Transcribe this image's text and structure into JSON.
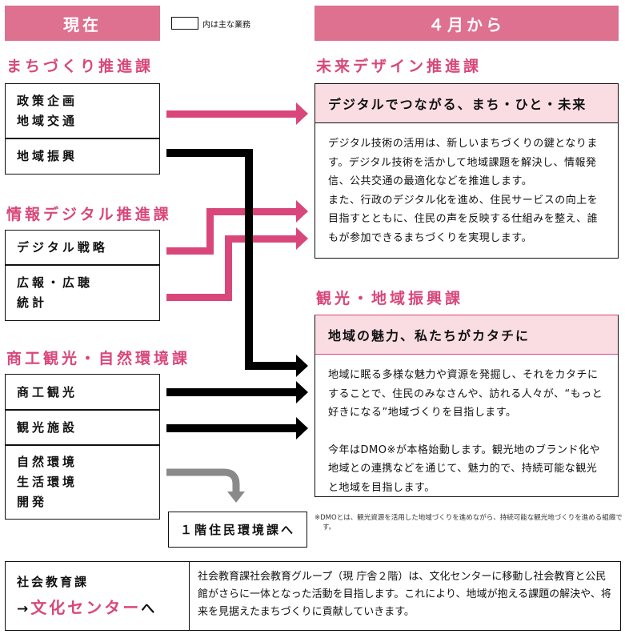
{
  "header_current": "現在",
  "legend": "内は主な業務",
  "header_future": "４月から",
  "left": {
    "dept1": {
      "title": "まちづくり推進課",
      "items": [
        [
          "政策企画",
          "地域交通"
        ],
        [
          "地域振興"
        ]
      ]
    },
    "dept2": {
      "title": "情報デジタル推進課",
      "items": [
        [
          "デジタル戦略"
        ],
        [
          "広報・広聴",
          "統計"
        ]
      ]
    },
    "dept3": {
      "title": "商工観光・自然環境課",
      "items": [
        [
          "商工観光"
        ],
        [
          "観光施設"
        ],
        [
          "自然環境",
          "生活環境",
          "開発"
        ]
      ]
    },
    "moved_to": "１階住民環境課へ"
  },
  "right": {
    "dept1": {
      "title": "未来デザイン推進課",
      "slogan": "デジタルでつながる、まち・ひと・未来",
      "body": [
        "デジタル技術の活用は、新しいまちづくりの鍵となります。デジタル技術を活かして地域課題を解決し、情報発信、公共交通の最適化などを推進します。",
        "また、行政のデジタル化を進め、住民サービスの向上を目指すとともに、住民の声を反映する仕組みを整え、誰もが参加できるまちづくりを実現します。"
      ]
    },
    "dept2": {
      "title": "観光・地域振興課",
      "slogan": "地域の魅力、私たちがカタチに",
      "body": [
        "地域に眠る多様な魅力や資源を発掘し、それをカタチにすることで、住民のみなさんや、訪れる人々が、“もっと好きになる”地域づくりを目指します。",
        "今年はDMO※が本格始動します。観光地のブランド化や地域との連携などを通じて、魅力的で、持続可能な観光と地域を目指します。"
      ]
    },
    "footnote": "※DMOとは、観光資源を活用した地域づくりを進めながら、持続可能な観光地づくりを進める組織です。"
  },
  "bottom": {
    "dept": "社会教育課",
    "arrow": "→",
    "dest": "文化センター",
    "suffix": "へ",
    "body": "社会教育課社会教育グループ（現 庁舎２階）は、文化センターに移動し社会教育と公民館がさらに一体となった活動を目指します。これにより、地域が抱える課題の解決や、将来を見据えたまちづくりに貢献していきます。"
  },
  "colors": {
    "pink": "#d9477a",
    "header": "#de7090",
    "light_pink": "#f9dde3",
    "gray": "#8a8a8a"
  }
}
